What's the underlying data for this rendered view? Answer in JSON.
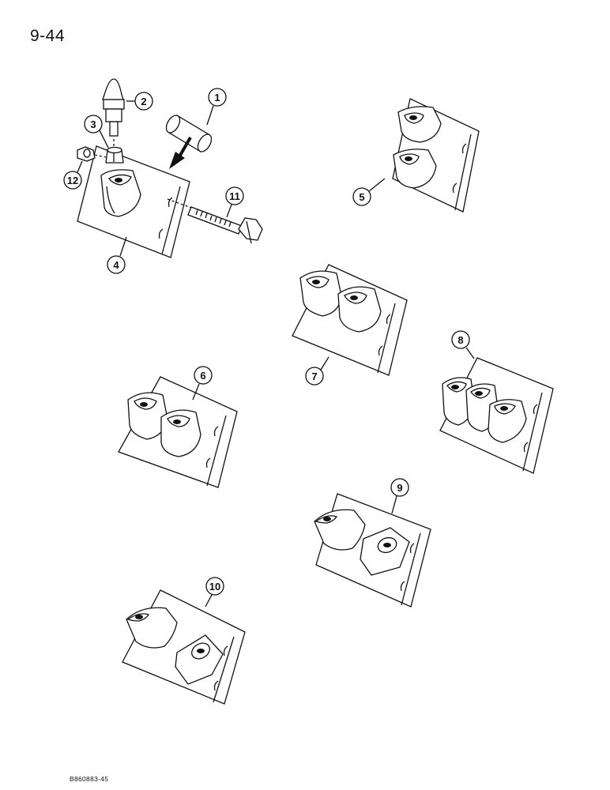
{
  "page": {
    "page_number": "9-44",
    "figure_code": "B860883-45"
  },
  "callouts": {
    "c1": "1",
    "c2": "2",
    "c3": "3",
    "c4": "4",
    "c5": "5",
    "c6": "6",
    "c7": "7",
    "c8": "8",
    "c9": "9",
    "c10": "10",
    "c11": "11",
    "c12": "12"
  },
  "icons": {
    "arrow": "install-direction-arrow-icon"
  }
}
